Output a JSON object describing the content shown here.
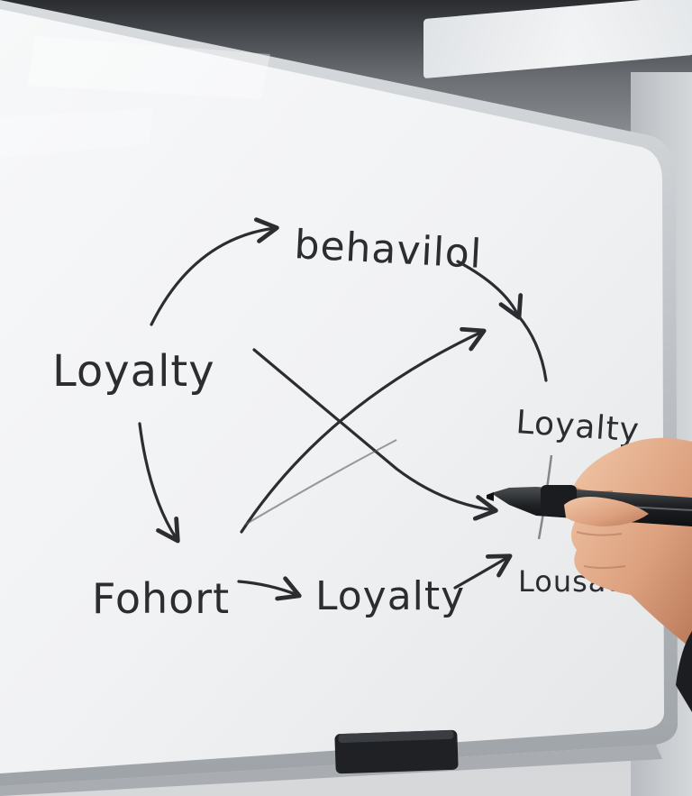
{
  "whiteboard": {
    "words": {
      "top": "behavilol",
      "left": "Loyalty",
      "right": "Loyalty",
      "bottom_left": "Fohort",
      "bottom_middle": "Loyalty",
      "bottom_right": "Lousat"
    },
    "ink_color": "#2b2d30",
    "frame_color": "#b9bdc1",
    "board_color": "#f4f5f6"
  },
  "scene": {
    "marker": "marker-pen",
    "hand": "writing-hand",
    "eraser": "whiteboard-eraser"
  }
}
